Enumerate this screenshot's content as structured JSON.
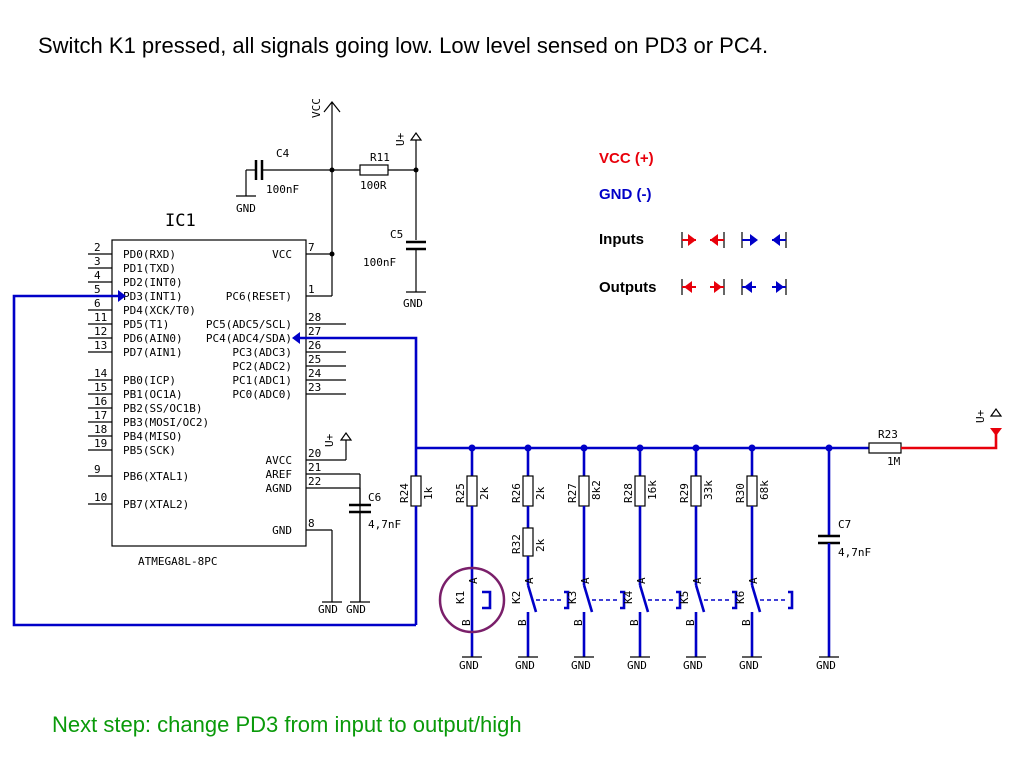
{
  "headline": "Switch K1 pressed, all signals going low. Low level sensed on PD3 or PC4.",
  "footer": "Next step: change PD3 from input to output/high",
  "colors": {
    "vcc": "#e8000b",
    "gnd": "#0000c8",
    "footer": "#0a9a0a",
    "highlight": "#7a1f6a"
  },
  "legend": {
    "vcc": "VCC (+)",
    "gnd": "GND (-)",
    "inputs": "Inputs",
    "outputs": "Outputs"
  },
  "ic": {
    "name": "IC1",
    "part": "ATMEGA8L-8PC",
    "left_pins": [
      {
        "num": "2",
        "name": "PD0(RXD)"
      },
      {
        "num": "3",
        "name": "PD1(TXD)"
      },
      {
        "num": "4",
        "name": "PD2(INT0)"
      },
      {
        "num": "5",
        "name": "PD3(INT1)"
      },
      {
        "num": "6",
        "name": "PD4(XCK/T0)"
      },
      {
        "num": "11",
        "name": "PD5(T1)"
      },
      {
        "num": "12",
        "name": "PD6(AIN0)"
      },
      {
        "num": "13",
        "name": "PD7(AIN1)"
      },
      {
        "num": "14",
        "name": "PB0(ICP)"
      },
      {
        "num": "15",
        "name": "PB1(OC1A)"
      },
      {
        "num": "16",
        "name": "PB2(SS/OC1B)"
      },
      {
        "num": "17",
        "name": "PB3(MOSI/OC2)"
      },
      {
        "num": "18",
        "name": "PB4(MISO)"
      },
      {
        "num": "19",
        "name": "PB5(SCK)"
      },
      {
        "num": "9",
        "name": "PB6(XTAL1)"
      },
      {
        "num": "10",
        "name": "PB7(XTAL2)"
      }
    ],
    "right_pins": [
      {
        "num": "7",
        "name": "VCC"
      },
      {
        "num": "1",
        "name": "PC6(RESET)"
      },
      {
        "num": "28",
        "name": "PC5(ADC5/SCL)"
      },
      {
        "num": "27",
        "name": "PC4(ADC4/SDA)"
      },
      {
        "num": "26",
        "name": "PC3(ADC3)"
      },
      {
        "num": "25",
        "name": "PC2(ADC2)"
      },
      {
        "num": "24",
        "name": "PC1(ADC1)"
      },
      {
        "num": "23",
        "name": "PC0(ADC0)"
      },
      {
        "num": "20",
        "name": "AVCC"
      },
      {
        "num": "21",
        "name": "AREF"
      },
      {
        "num": "22",
        "name": "AGND"
      },
      {
        "num": "8",
        "name": "GND"
      }
    ]
  },
  "power": {
    "vcc": "VCC",
    "uplus": "U+",
    "gnd": "GND",
    "c4": {
      "name": "C4",
      "value": "100nF"
    },
    "r11": {
      "name": "R11",
      "value": "100R"
    },
    "c5": {
      "name": "C5",
      "value": "100nF"
    },
    "c6": {
      "name": "C6",
      "value": "4,7nF"
    },
    "c7": {
      "name": "C7",
      "value": "4,7nF"
    },
    "r23": {
      "name": "R23",
      "value": "1M"
    }
  },
  "ladder": {
    "resistors": [
      {
        "name": "R24",
        "value": "1k"
      },
      {
        "name": "R25",
        "value": "2k"
      },
      {
        "name": "R26",
        "value": "2k"
      },
      {
        "name": "R27",
        "value": "8k2"
      },
      {
        "name": "R28",
        "value": "16k"
      },
      {
        "name": "R29",
        "value": "33k"
      },
      {
        "name": "R30",
        "value": "68k"
      }
    ],
    "r32": {
      "name": "R32",
      "value": "2k"
    },
    "switches": [
      "K1",
      "K2",
      "K3",
      "K4",
      "K5",
      "K6"
    ],
    "pin_a": "A",
    "pin_b": "B"
  }
}
